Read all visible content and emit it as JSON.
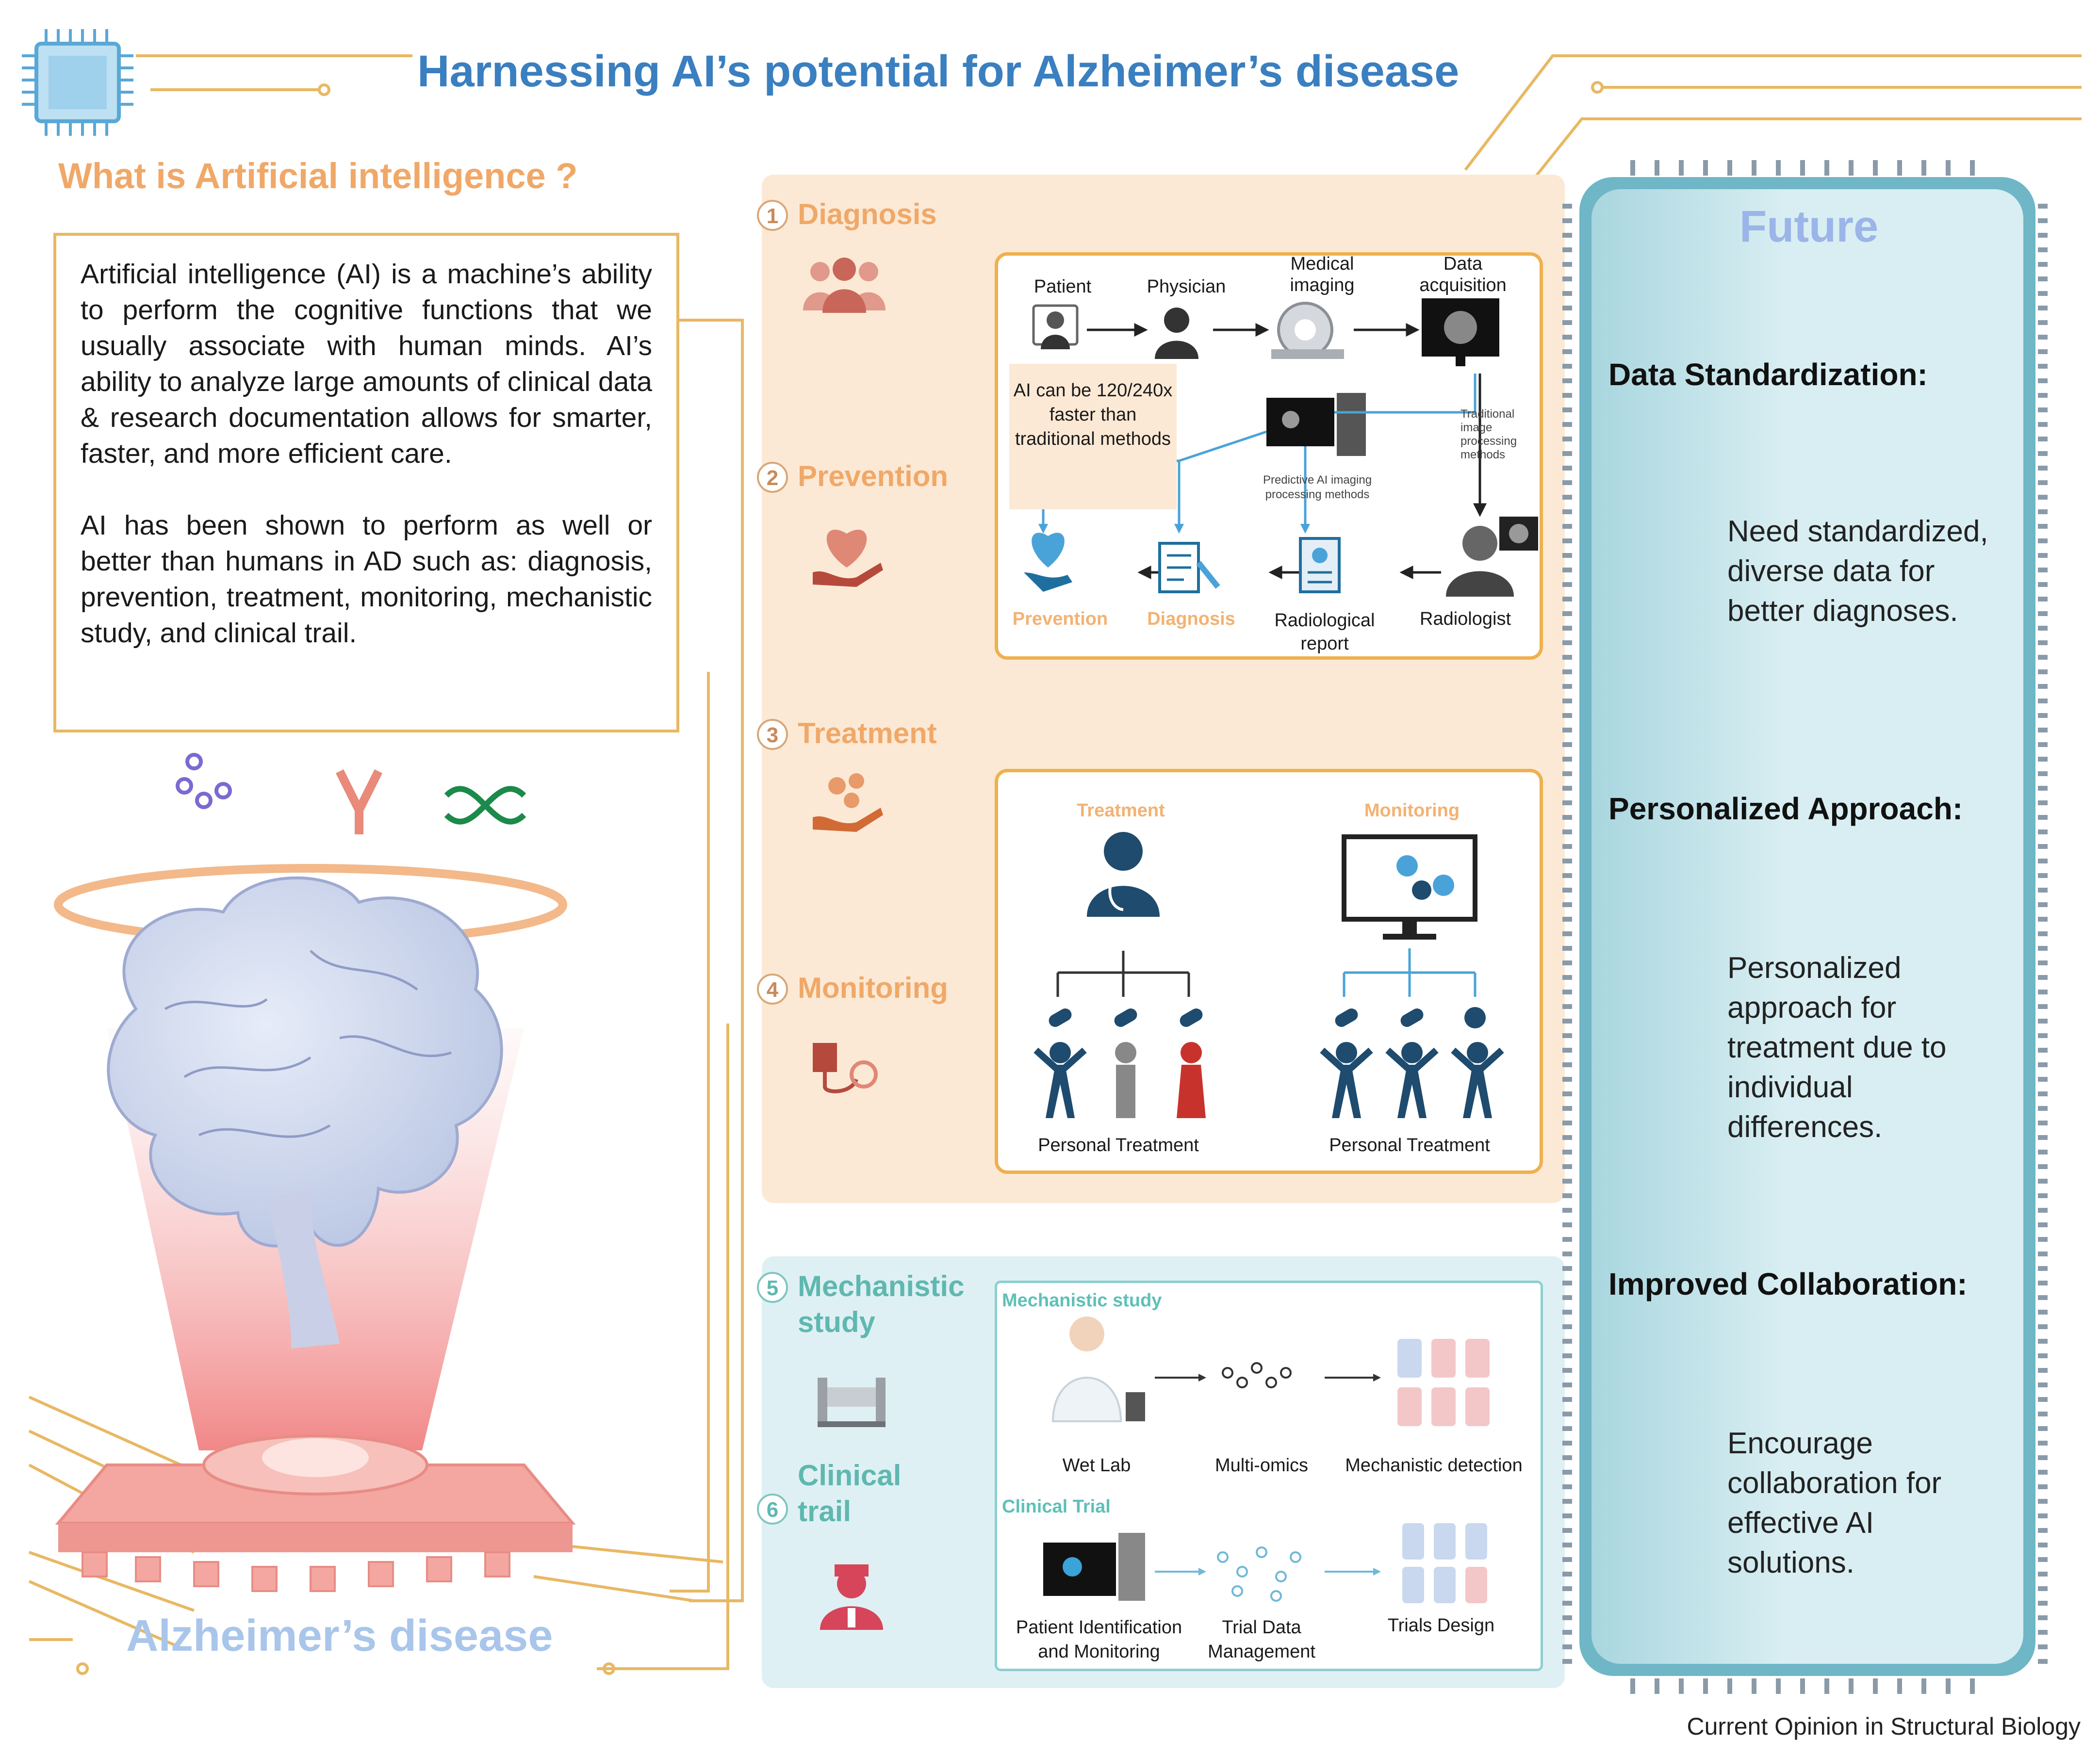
{
  "title": "Harnessing AI’s potential for Alzheimer’s disease",
  "intro": {
    "heading": "What is Artificial intelligence ?",
    "paragraph1": "Artificial intelligence (AI) is a machine’s ability to perform the cognitive functions that we usually associate with human minds. AI’s ability to analyze large amounts of clinical data & research documentation allows for smarter, faster, and more efficient care.",
    "paragraph2": "AI has been shown to perform as well or better than humans in AD such as: diagnosis, prevention, treatment, monitoring, mechanistic study, and clinical trail."
  },
  "brain_label": "Alzheimer’s disease",
  "steps": [
    {
      "num": "1",
      "label": "Diagnosis"
    },
    {
      "num": "2",
      "label": "Prevention"
    },
    {
      "num": "3",
      "label": "Treatment"
    },
    {
      "num": "4",
      "label": "Monitoring"
    },
    {
      "num": "5",
      "label": "Mechanistic study"
    },
    {
      "num": "6",
      "label": "Clinical trail"
    }
  ],
  "diagnosis_flow": {
    "patient": "Patient",
    "physician": "Physician",
    "medical_imaging": "Medical imaging",
    "data_acquisition": "Data acquisition",
    "callout": "AI can be 120/240x faster than traditional methods",
    "predictive_ai": "Predictive AI imaging processing methods",
    "traditional": "Traditional image processing methods",
    "prevention": "Prevention",
    "diagnosis": "Diagnosis",
    "radiological_report": "Radiological report",
    "radiologist": "Radiologist"
  },
  "treatment_monitoring": {
    "treatment_title": "Treatment",
    "monitoring_title": "Monitoring",
    "left_caption": "Personal Treatment",
    "right_caption": "Personal Treatment"
  },
  "mechanistic": {
    "title": "Mechanistic study",
    "wet_lab": "Wet Lab",
    "multi_omics": "Multi-omics",
    "detection": "Mechanistic detection"
  },
  "clinical": {
    "title": "Clinical Trial",
    "patient_id": "Patient Identification and Monitoring",
    "trial_data": "Trial Data Management",
    "trials_design": "Trials Design"
  },
  "future": {
    "title": "Future",
    "items": [
      {
        "heading": "Data Standardization:",
        "body": "Need standardized, diverse data for better diagnoses."
      },
      {
        "heading": "Personalized Approach:",
        "body": "Personalized approach for treatment due to individual differences."
      },
      {
        "heading": "Improved Collaboration:",
        "body": "Encourage collaboration for effective AI solutions."
      }
    ]
  },
  "source": "Current Opinion in Structural Biology",
  "colors": {
    "title_blue": "#3a7fc0",
    "orange_accent": "#f0a868",
    "teal_accent": "#5fb8b0",
    "orange_panel": "#fce9d5",
    "blue_panel": "#dff0f4",
    "future_panel": "#6fb6c6"
  }
}
